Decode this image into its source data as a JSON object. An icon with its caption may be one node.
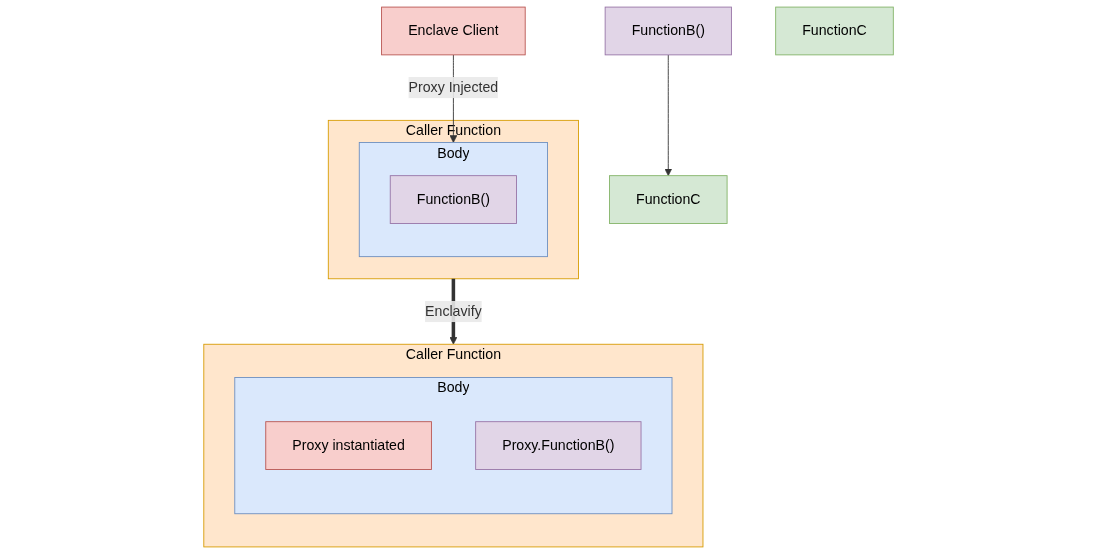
{
  "diagram": {
    "nodes": [
      {
        "text": [
          "Enclave Client"
        ]
      },
      {
        "text": [
          "Caller Function"
        ]
      },
      {
        "text": [
          "Body"
        ],
        "in": 1
      },
      {
        "text": [
          "FunctionB()"
        ],
        "in": 2
      },
      {
        "text": [
          "FunctionB()"
        ]
      },
      {
        "text": [
          "FunctionC"
        ]
      },
      {
        "text": [
          "Caller Function"
        ]
      },
      {
        "text": [
          "Body"
        ],
        "in": 6
      },
      {
        "text": [
          "Proxy instantiated"
        ],
        "in": 7
      },
      {
        "text": [
          "Proxy.FunctionB()"
        ],
        "in": 7
      },
      {
        "text": [
          "FunctionC"
        ]
      }
    ],
    "edges": [
      {
        "from": 0,
        "to": 2,
        "arrow": "to",
        "label": "Proxy Injected"
      },
      {
        "from": 4,
        "to": 5,
        "arrow": "to"
      },
      {
        "from": 1,
        "to": 6,
        "arrow": "to",
        "label": "Enclavify",
        "style": "thick"
      }
    ]
  }
}
